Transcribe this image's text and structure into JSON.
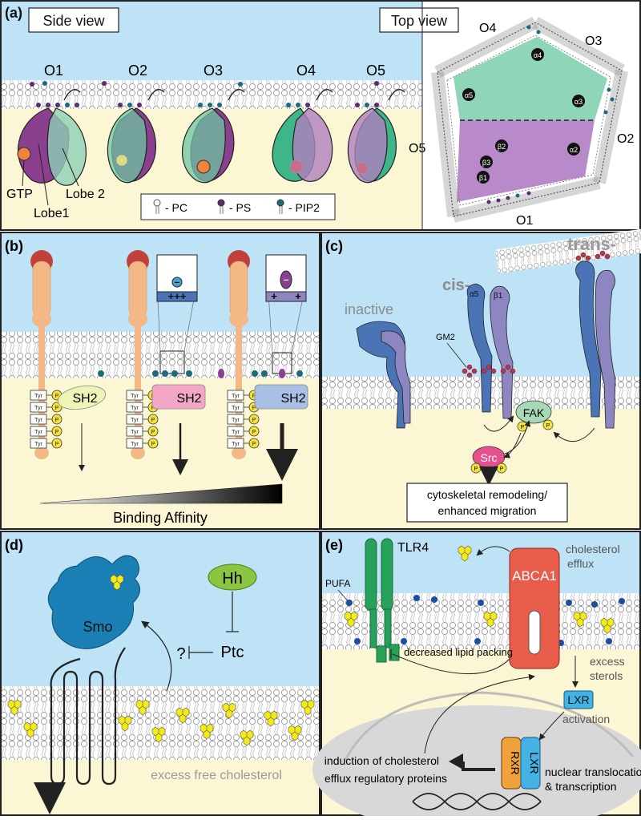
{
  "colors": {
    "sky": "#bfe3f6",
    "cream": "#fbf6d3",
    "membrane": "#bcbcbc",
    "green": "#6cc6a0",
    "purple": "#8a3f8f",
    "orange": "#f4b886",
    "redcap": "#c0413b",
    "blue_integrin": "#4a74b6",
    "lilac_integrin": "#8e86c1",
    "smo": "#1a7fb5",
    "tlr4": "#27a05a",
    "abca1": "#e85c4a",
    "lxr": "#43b3e5",
    "rxr": "#f0a13a",
    "chol": "#f4ea18"
  },
  "panel_a": {
    "label": "(a)",
    "side_view": "Side view",
    "top_view": "Top view",
    "oligomers": [
      "O1",
      "O2",
      "O3",
      "O4",
      "O5"
    ],
    "top_labels": {
      "o1": "O1",
      "o2": "O2",
      "o3": "O3",
      "o4": "O4",
      "o5": "O5"
    },
    "subunits": [
      "α4",
      "α5",
      "α3",
      "α2",
      "β2",
      "β3",
      "β1"
    ],
    "gtp": "GTP",
    "lobe1": "Lobe1",
    "lobe2": "Lobe 2",
    "legend": [
      {
        "icon": "pc-lipid-icon",
        "label": "- PC"
      },
      {
        "icon": "ps-lipid-icon",
        "label": "- PS"
      },
      {
        "icon": "pip2-lipid-icon",
        "label": "- PIP2"
      }
    ]
  },
  "panel_b": {
    "label": "(b)",
    "sh2": "SH2",
    "tyr": "Tyr",
    "p": "P",
    "plus3": "+++",
    "minus": "−",
    "plus": "+",
    "axis": "Binding Affinity"
  },
  "panel_c": {
    "label": "(c)",
    "inactive": "inactive",
    "cis": "cis-",
    "trans": "trans-",
    "a5": "α5",
    "b1": "β1",
    "gm2": "GM2",
    "fak": "FAK",
    "src": "Src",
    "p": "P",
    "outcome_line1": "cytoskeletal remodeling/",
    "outcome_line2": "enhanced migration"
  },
  "panel_d": {
    "label": "(d)",
    "smo": "Smo",
    "hh": "Hh",
    "ptc": "Ptc",
    "question": "?",
    "caption": "excess free cholesterol"
  },
  "panel_e": {
    "label": "(e)",
    "tlr4": "TLR4",
    "pufa": "PUFA",
    "abca1": "ABCA1",
    "cholesterol": "cholesterol",
    "efflux": "efflux",
    "decreased": "decreased lipid packing",
    "excess": "excess",
    "sterols": "sterols",
    "lxr": "LXR",
    "rxr": "RXR",
    "activation": "activation",
    "induction_line1": "induction of cholesterol",
    "induction_line2": "efflux regulatory proteins",
    "nuclear_line1": "nuclear translocation",
    "nuclear_line2": "& transcription"
  }
}
